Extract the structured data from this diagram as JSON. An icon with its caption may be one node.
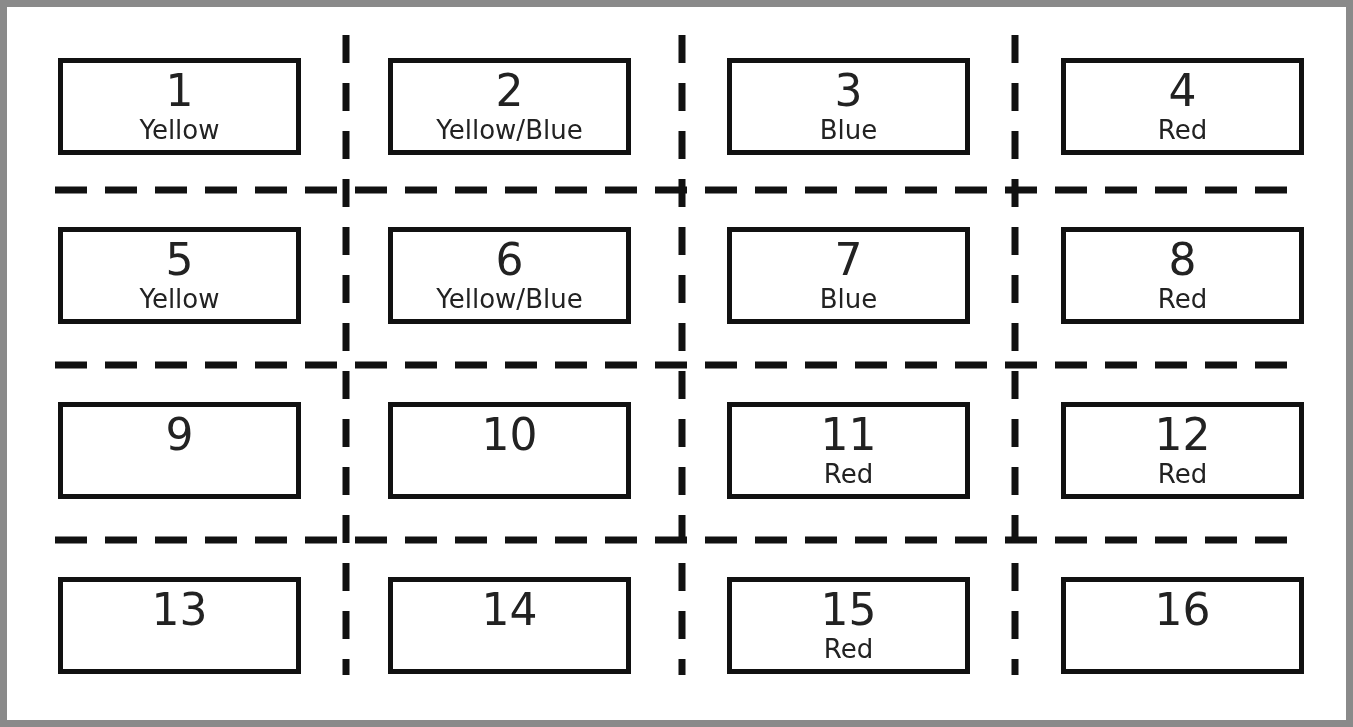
{
  "diagram": {
    "nodes": [
      {
        "text": [
          "1",
          "Yellow"
        ]
      },
      {
        "text": [
          "2",
          "Yellow/Blue"
        ]
      },
      {
        "text": [
          "3",
          "Blue"
        ]
      },
      {
        "text": [
          "4",
          "Red"
        ]
      },
      {
        "text": [
          "5",
          "Yellow"
        ]
      },
      {
        "text": [
          "6",
          "Yellow/Blue"
        ]
      },
      {
        "text": [
          "7",
          "Blue"
        ]
      },
      {
        "text": [
          "8",
          "Red"
        ]
      },
      {
        "text": [
          "9"
        ]
      },
      {
        "text": [
          "10"
        ]
      },
      {
        "text": [
          "11",
          "Red"
        ]
      },
      {
        "text": [
          "12",
          "Red"
        ]
      },
      {
        "text": [
          "13"
        ]
      },
      {
        "text": [
          "14"
        ]
      },
      {
        "text": [
          "15",
          "Red"
        ]
      },
      {
        "text": [
          "16"
        ]
      }
    ]
  }
}
